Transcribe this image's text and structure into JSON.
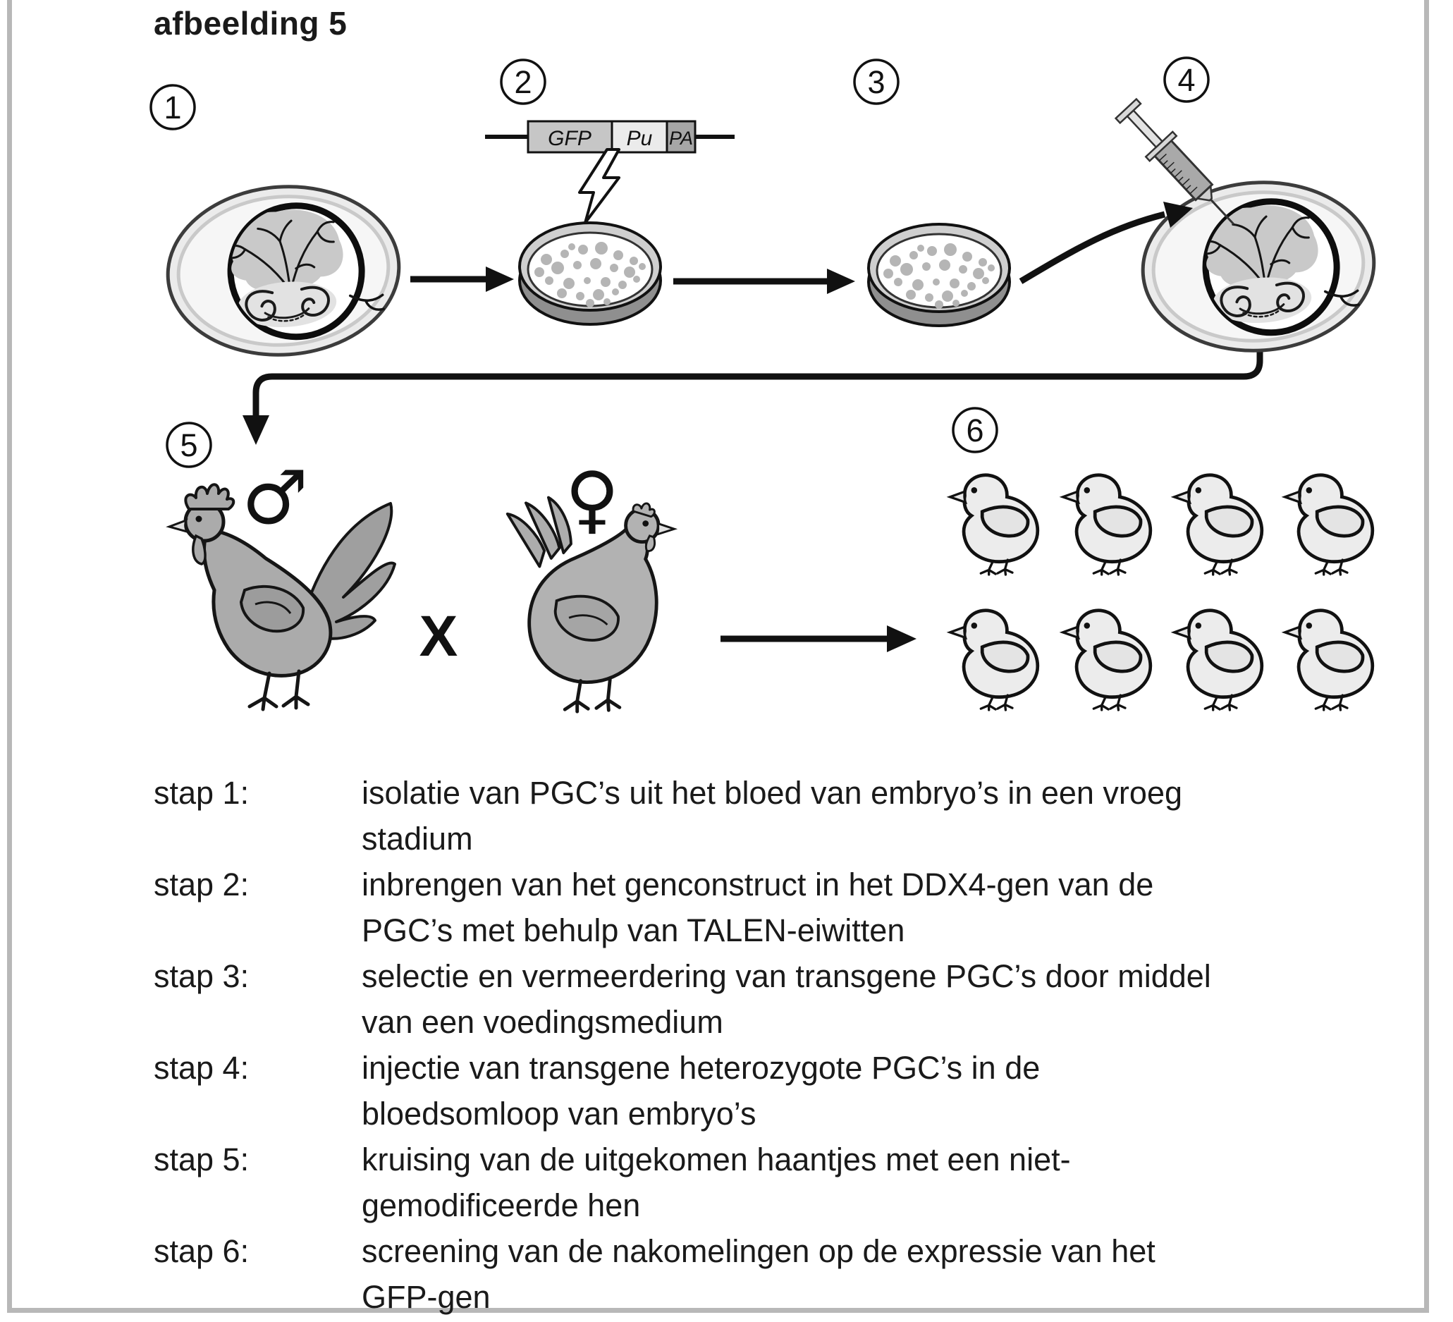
{
  "figure": {
    "title": "afbeelding 5"
  },
  "diagram": {
    "steps": [
      "1",
      "2",
      "3",
      "4",
      "5",
      "6"
    ],
    "construct": {
      "gfp": "GFP",
      "pu": "Pu",
      "pa": "PA"
    },
    "male_symbol": "♂",
    "female_symbol": "♀",
    "cross": "X"
  },
  "legend": {
    "steps": [
      {
        "label": "stap 1:",
        "line1": "isolatie van PGC’s uit het bloed van embryo’s in een vroeg",
        "line2": "stadium"
      },
      {
        "label": "stap 2:",
        "line1": "inbrengen van het genconstruct in het DDX4-gen van de",
        "line2": "PGC’s met behulp van TALEN-eiwitten"
      },
      {
        "label": "stap 3:",
        "line1": "selectie en vermeerdering van transgene PGC’s door middel",
        "line2": "van een voedingsmedium"
      },
      {
        "label": "stap 4:",
        "line1": "injectie van transgene heterozygote PGC’s in de",
        "line2": "bloedsomloop van embryo’s"
      },
      {
        "label": "stap 5:",
        "line1": "kruising van de uitgekomen haantjes met een niet-",
        "line2": "gemodificeerde hen"
      },
      {
        "label": "stap 6:",
        "line1": "screening van de nakomelingen op de expressie van het",
        "line2": "GFP-gen"
      }
    ]
  }
}
